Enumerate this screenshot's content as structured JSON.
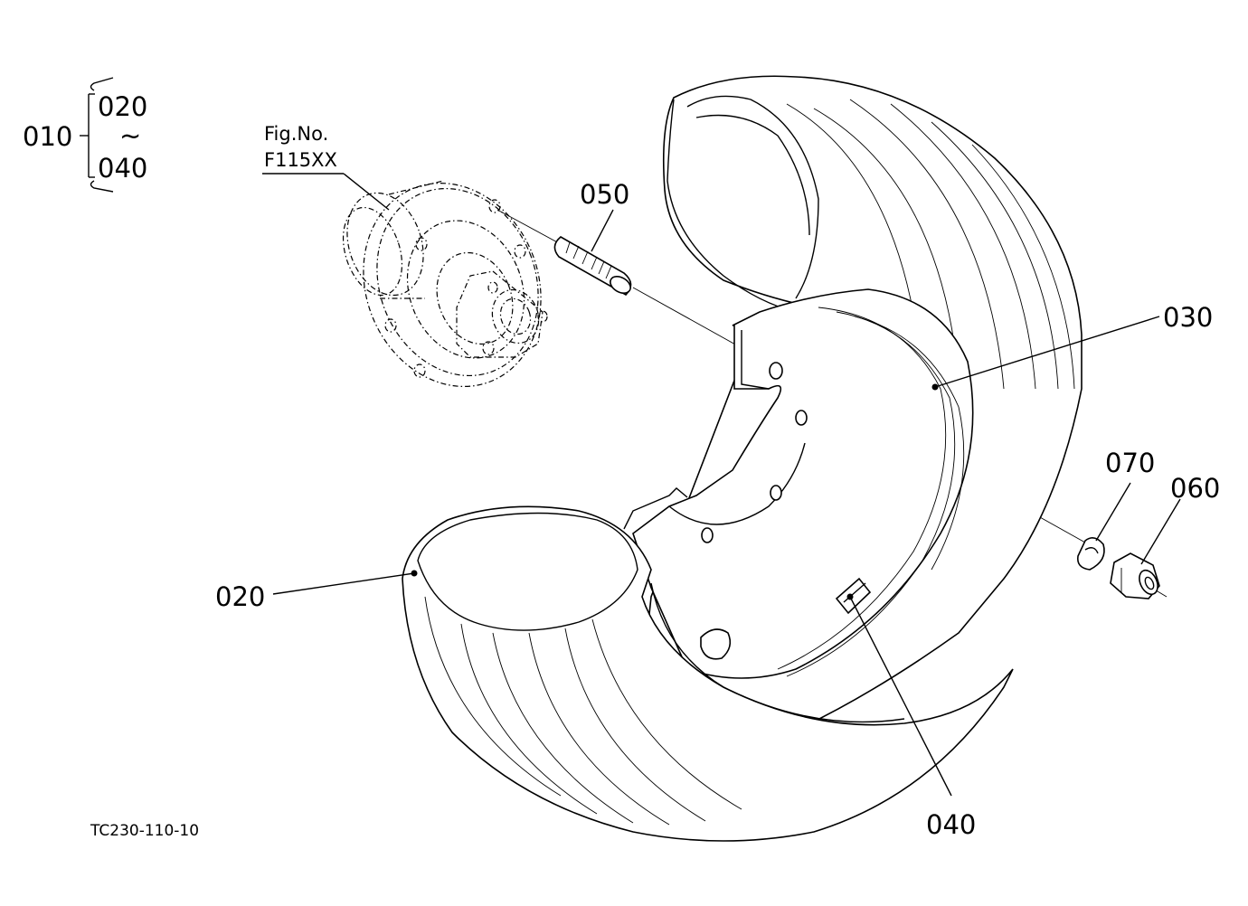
{
  "assembly": {
    "main_number": "010",
    "range_start": "020",
    "range_tilde": "~",
    "range_end": "040"
  },
  "figure_ref": {
    "label": "Fig.No.",
    "number": "F115XX"
  },
  "callouts": {
    "p020": "020",
    "p030": "030",
    "p040": "040",
    "p050": "050",
    "p060": "060",
    "p070": "070"
  },
  "drawing_code": "TC230-110-10"
}
